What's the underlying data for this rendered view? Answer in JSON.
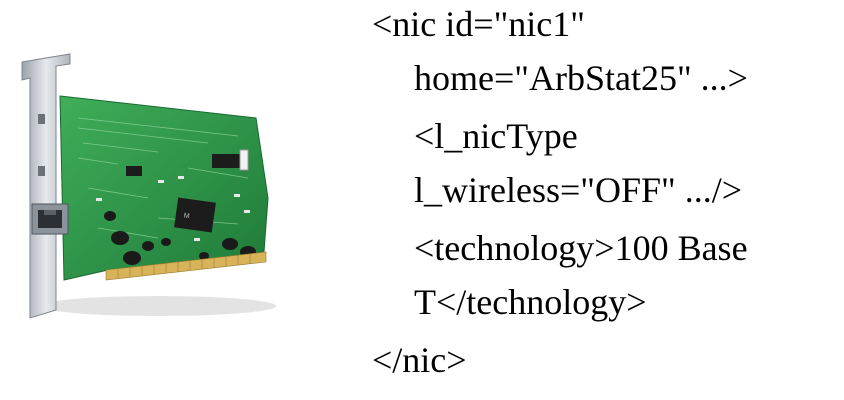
{
  "figure": {
    "icon": "network-interface-card-icon"
  },
  "code": {
    "lines": [
      "<nic id=\"nic1\"",
      "home=\"ArbStat25\" ...>",
      "<l_nicType",
      "l_wireless=\"OFF\" .../>",
      "<technology>100 Base",
      "T</technology>",
      "</nic>"
    ]
  },
  "colors": {
    "pcb_green": "#2e9a4a",
    "bracket_metal": "#c9cdd3",
    "gold_contacts": "#d8b35a"
  }
}
